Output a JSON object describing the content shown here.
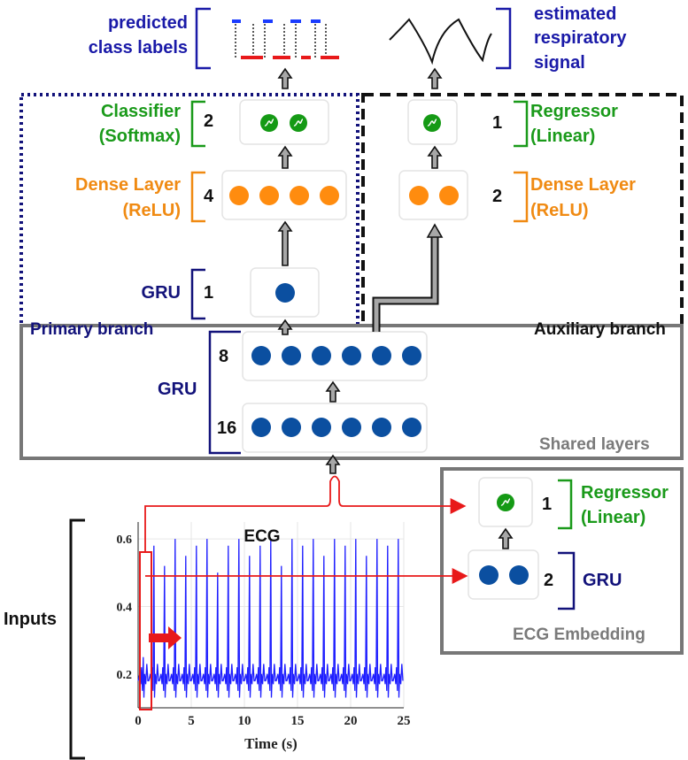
{
  "outputs": {
    "predicted_class_labels": "predicted\nclass labels",
    "estimated_respiratory_signal": "estimated\nrespiratory\nsignal"
  },
  "primary_branch": {
    "title": "Primary branch",
    "classifier": {
      "label_line1": "Classifier",
      "label_line2": "(Softmax)",
      "units": "2"
    },
    "dense": {
      "label_line1": "Dense Layer",
      "label_line2": "(ReLU)",
      "units": "4"
    },
    "gru": {
      "label": "GRU",
      "units": "1"
    }
  },
  "auxiliary_branch": {
    "title": "Auxiliary branch",
    "regressor": {
      "label_line1": "Regressor",
      "label_line2": "(Linear)",
      "units": "1"
    },
    "dense": {
      "label_line1": "Dense Layer",
      "label_line2": "(ReLU)",
      "units": "2"
    }
  },
  "shared_layers": {
    "title": "Shared layers",
    "gru_label": "GRU",
    "top_units": "8",
    "bottom_units": "16"
  },
  "ecg_embedding": {
    "title": "ECG Embedding",
    "regressor": {
      "label_line1": "Regressor",
      "label_line2": "(Linear)",
      "units": "1"
    },
    "gru": {
      "label": "GRU",
      "units": "2"
    }
  },
  "inputs": {
    "label": "Inputs"
  },
  "chart_data": {
    "type": "line",
    "title": "ECG",
    "xlabel": "Time (s)",
    "ylabel": "",
    "xlim": [
      0,
      25
    ],
    "ylim": [
      0.1,
      0.65
    ],
    "x_ticks": [
      "0",
      "5",
      "10",
      "15",
      "20",
      "25"
    ],
    "y_ticks": [
      "0.2",
      "0.4",
      "0.6"
    ],
    "grid": true,
    "series": [
      {
        "color": "#1f1fff",
        "beats": 25,
        "baseline": 0.18,
        "peak_values": [
          0.25,
          0.58,
          0.52,
          0.6,
          0.55,
          0.58,
          0.6,
          0.5,
          0.58,
          0.6,
          0.55,
          0.58,
          0.6,
          0.52,
          0.6,
          0.58,
          0.6,
          0.55,
          0.6,
          0.58,
          0.6,
          0.55,
          0.6,
          0.58,
          0.6
        ]
      }
    ]
  },
  "colors": {
    "node_blue": "#0b4fa0",
    "node_orange": "#ff8c0f",
    "node_green": "#159a15",
    "bracket_blue": "#1a1aa8",
    "bracket_green": "#1a9a1a",
    "bracket_orange": "#f08a12",
    "arrow_red": "#e8191a",
    "primary_border": "#12127a",
    "auxiliary_border": "#111111",
    "shared_border": "#777777"
  }
}
